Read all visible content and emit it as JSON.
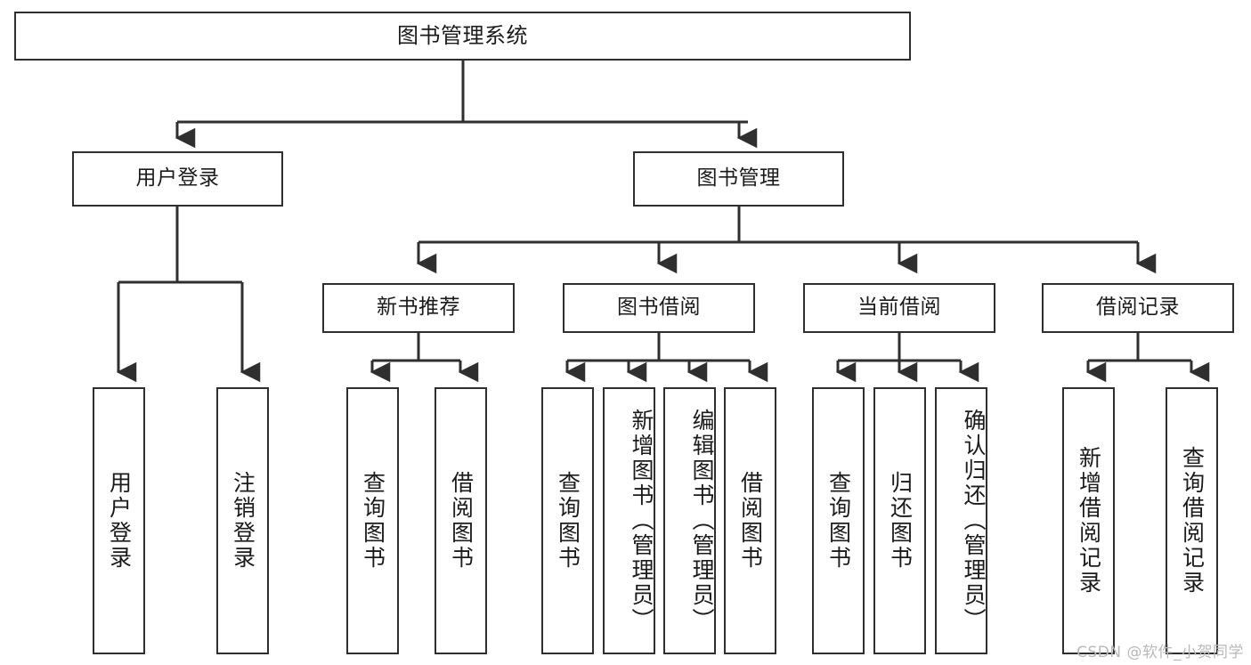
{
  "diagram": {
    "title": "图书管理系统",
    "type": "tree-hierarchy",
    "root": {
      "id": "root",
      "label": "图书管理系统"
    },
    "level2": [
      {
        "id": "user-login",
        "label": "用户登录"
      },
      {
        "id": "book-management",
        "label": "图书管理"
      }
    ],
    "level3": [
      {
        "id": "new-book-recommend",
        "label": "新书推荐",
        "parent": "book-management"
      },
      {
        "id": "book-borrow",
        "label": "图书借阅",
        "parent": "book-management"
      },
      {
        "id": "current-borrow",
        "label": "当前借阅",
        "parent": "book-management"
      },
      {
        "id": "borrow-record",
        "label": "借阅记录",
        "parent": "book-management"
      }
    ],
    "leaves": {
      "user_login": [
        {
          "id": "leaf-user-login",
          "label": "用户登录"
        },
        {
          "id": "leaf-user-logout",
          "label": "注销登录"
        }
      ],
      "new_book_recommend": [
        {
          "id": "leaf-query-book-1",
          "label": "查询图书"
        },
        {
          "id": "leaf-borrow-book-1",
          "label": "借阅图书"
        }
      ],
      "book_borrow": [
        {
          "id": "leaf-query-book-2",
          "label": "查询图书"
        },
        {
          "id": "leaf-add-book",
          "label": "新增图书（管理员）"
        },
        {
          "id": "leaf-edit-book",
          "label": "编辑图书（管理员）"
        },
        {
          "id": "leaf-borrow-book-2",
          "label": "借阅图书"
        }
      ],
      "current_borrow": [
        {
          "id": "leaf-query-book-3",
          "label": "查询图书"
        },
        {
          "id": "leaf-return-book",
          "label": "归还图书"
        },
        {
          "id": "leaf-confirm-return",
          "label": "确认归还（管理员）"
        }
      ],
      "borrow_record": [
        {
          "id": "leaf-add-record",
          "label": "新增借阅记录"
        },
        {
          "id": "leaf-query-record",
          "label": "查询借阅记录"
        }
      ]
    },
    "watermark": "CSDN @软件_小贺同学",
    "colors": {
      "stroke": "#2f2f2f",
      "fill": "#ffffff",
      "text": "#1b1b1b",
      "watermark": "#b9b9b9"
    }
  }
}
